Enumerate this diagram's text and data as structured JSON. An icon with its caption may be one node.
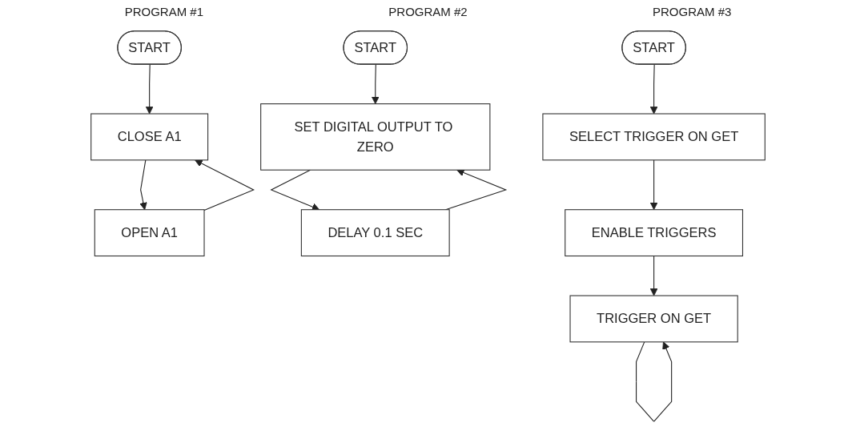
{
  "diagram": {
    "nodes": [
      {
        "text": [
          "START"
        ]
      },
      {
        "text": [
          "CLOSE A1"
        ]
      },
      {
        "text": [
          "OPEN A1"
        ]
      },
      {
        "text": [
          "START"
        ]
      },
      {
        "text": [
          "SET DIGITAL OUTPUT TO ZERO"
        ]
      },
      {
        "text": [
          "DELAY 0.1 SEC"
        ]
      },
      {
        "text": [
          "START"
        ]
      },
      {
        "text": [
          "SELECT TRIGGER ON GET"
        ]
      },
      {
        "text": [
          "ENABLE TRIGGERS"
        ]
      },
      {
        "text": [
          "TRIGGER ON GET"
        ]
      }
    ],
    "edges": [
      {
        "from": 0,
        "to": 1,
        "arrow": "to"
      },
      {
        "from": 1,
        "to": 2,
        "arrow": "to"
      },
      {
        "from": 2,
        "to": 1,
        "arrow": "to"
      },
      {
        "from": 3,
        "to": 4,
        "arrow": "to"
      },
      {
        "from": 4,
        "to": 5,
        "arrow": "to"
      },
      {
        "from": 5,
        "to": 4,
        "arrow": "to"
      },
      {
        "from": 6,
        "to": 7,
        "arrow": "to"
      },
      {
        "from": 7,
        "to": 8,
        "arrow": "to"
      },
      {
        "from": 8,
        "to": 9,
        "arrow": "to"
      },
      {
        "from": 9,
        "to": 9,
        "arrow": "to"
      }
    ],
    "labels": [
      "PROGRAM #1",
      "PROGRAM #2",
      "PROGRAM #3"
    ]
  }
}
